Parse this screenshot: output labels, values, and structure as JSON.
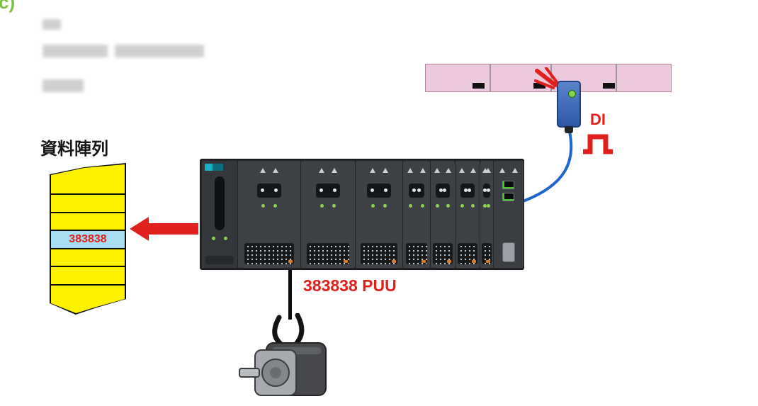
{
  "page": {
    "heading_fragment": "c)"
  },
  "data_array": {
    "title": "資料陣列",
    "rows": 7,
    "highlight_row_index": 3,
    "highlight_value": "383838"
  },
  "plc": {
    "modules": [
      "power-module",
      "io-module",
      "io-module",
      "io-module",
      "io-module",
      "io-module",
      "io-module",
      "io-module",
      "network-module"
    ]
  },
  "labels": {
    "puu": "383838 PUU",
    "di": "DI"
  },
  "colors": {
    "accent_green": "#7ac143",
    "highlight_red": "#e0201c",
    "array_yellow": "#fff200",
    "array_highlight_blue": "#a8dcf2",
    "conveyor_pink": "#ecc9dc",
    "sensor_blue": "#3c67b0",
    "cable_blue": "#1f66cc",
    "led_green": "#8ad24e"
  }
}
